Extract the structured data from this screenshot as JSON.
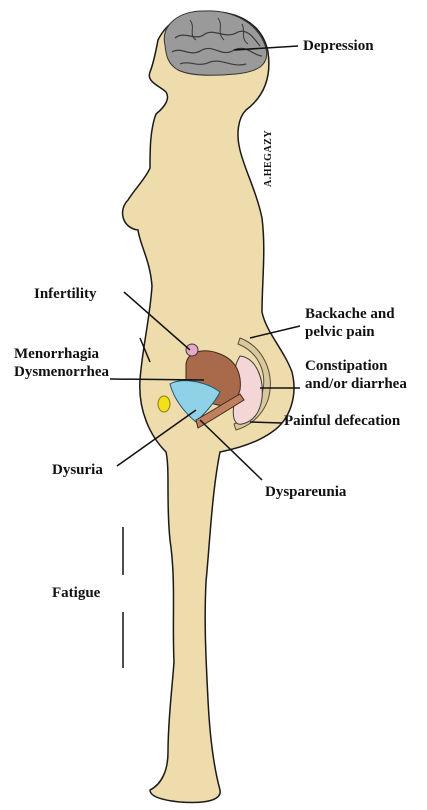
{
  "labels": {
    "depression": "Depression",
    "infertility": "Infertility",
    "menorrhagia": "Menorrhagia",
    "dysmenorrhea": "Dysmenorrhea",
    "backache_line1": "Backache and",
    "backache_line2": "pelvic pain",
    "constipation_line1": "Constipation",
    "constipation_line2": "and/or diarrhea",
    "painful_defecation": "Painful defecation",
    "dysuria": "Dysuria",
    "dyspareunia": "Dyspareunia",
    "fatigue": "Fatigue"
  },
  "signature": "A.HEGAZY",
  "colors": {
    "skin": "#efdcad",
    "outline": "#1a1a1a",
    "brain": "#9a9a9a",
    "uterus": "#a86a4a",
    "bladder": "#8fd1e6",
    "rectum": "#f5d6d6",
    "ovary": "#e8a8c8",
    "lesion": "#f2e01a",
    "spine": "#d8c8a0"
  }
}
